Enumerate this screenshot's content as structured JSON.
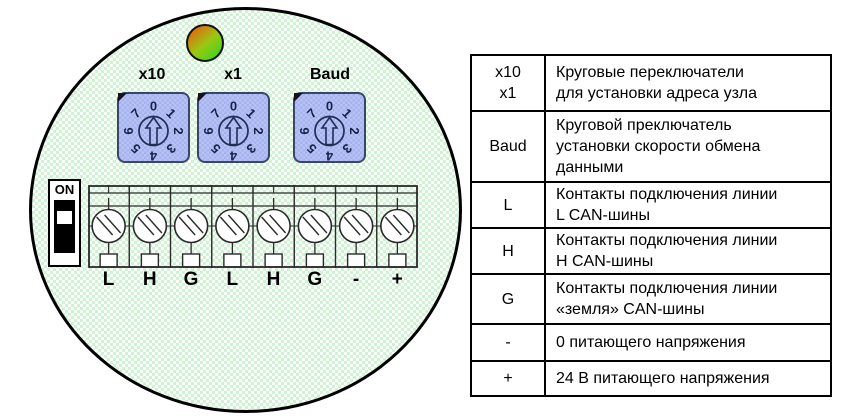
{
  "device": {
    "rotary_switches": [
      {
        "label": "x10"
      },
      {
        "label": "x1"
      },
      {
        "label": "Baud"
      }
    ],
    "dial_digits": [
      "0",
      "1",
      "2",
      "3",
      "4",
      "5",
      "6",
      "7"
    ],
    "dip_switch": {
      "label": "ON"
    },
    "terminal_labels": [
      "L",
      "H",
      "G",
      "L",
      "H",
      "G",
      "-",
      "+"
    ],
    "led_colors": {
      "from": "#e06a0e",
      "mid": "#9ac812",
      "to": "#46d41c"
    },
    "rotary_fill": "#aeb9f0",
    "face_fill": "#d9f6dc"
  },
  "legend_table": {
    "rows": [
      {
        "term": "x10\nx1",
        "desc": "Круговые переключатели\nдля установки адреса узла"
      },
      {
        "term": "Baud",
        "desc": "Круговой преключатель\nустановки скорости обмена\nданными"
      },
      {
        "term": "L",
        "desc": "Контакты подключения линии\nL CAN-шины"
      },
      {
        "term": "H",
        "desc": "Контакты подключения линии\nH CAN-шины"
      },
      {
        "term": "G",
        "desc": "Контакты подключения линии\n«земля» CAN-шины"
      },
      {
        "term": "-",
        "desc": "0 питающего напряжения"
      },
      {
        "term": "+",
        "desc": "24 В питающего напряжения"
      }
    ]
  }
}
